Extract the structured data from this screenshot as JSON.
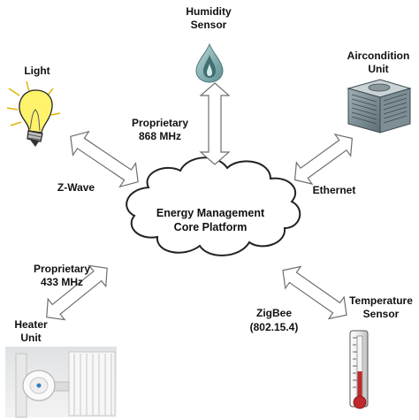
{
  "core": {
    "line1": "Energy Management",
    "line2": "Core Platform"
  },
  "devices": {
    "humidity": {
      "line1": "Humidity",
      "line2": "Sensor",
      "icon": "water-drop-icon"
    },
    "light": {
      "line1": "Light",
      "icon": "light-bulb-icon"
    },
    "aircon": {
      "line1": "Aircondition",
      "line2": "Unit",
      "icon": "air-conditioner-icon"
    },
    "heater": {
      "line1": "Heater",
      "line2": "Unit",
      "icon": "radiator-icon"
    },
    "temperature": {
      "line1": "Temperature",
      "line2": "Sensor",
      "icon": "thermometer-icon"
    }
  },
  "links": {
    "humidity": {
      "line1": "Proprietary",
      "line2": "868 MHz"
    },
    "light": {
      "line1": "Z-Wave"
    },
    "aircon": {
      "line1": "Ethernet"
    },
    "heater": {
      "line1": "Proprietary",
      "line2": "433 MHz"
    },
    "temperature": {
      "line1": "ZigBee",
      "line2": "(802.15.4)"
    }
  },
  "colors": {
    "arrow_stroke": "#6e6e6e",
    "cloud_stroke": "#222222",
    "drop": "#7fa8aa",
    "thermometer_fill": "#c0282b",
    "bulb_fill": "#fff36b"
  }
}
